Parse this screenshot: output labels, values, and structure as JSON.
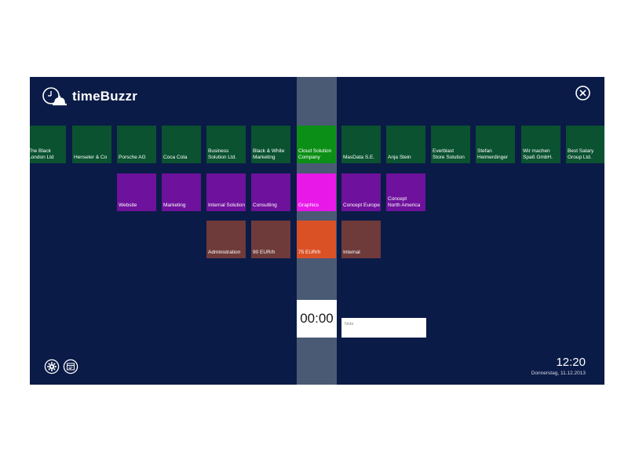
{
  "app": {
    "title": "timeBuzzr"
  },
  "clients": [
    "The Black\nLondon Ltd",
    "Henseler & Co",
    "Porsche AG",
    "Coca Cola",
    "Business\nSolution Ltd.",
    "Black & White\nMarketing",
    "Cloud Solution\nCompany",
    "MasData S.E.",
    "Anja Stein",
    "Everblast\nStore Solution",
    "Stefan\nHeimerdinger",
    "Wir machen\nSpaß GmbH.",
    "Best Salary\nGroup Ltd."
  ],
  "projects": [
    "Website",
    "Marketing",
    "Internal Solution",
    "Consulting",
    "Graphics",
    "Concept Europe",
    "Concept\nNorth America"
  ],
  "activities": [
    "Administration",
    "90 EUR/h",
    "75 EUR/h",
    "Internal"
  ],
  "timer": {
    "value": "00:00"
  },
  "note": {
    "placeholder": "Note"
  },
  "clock": {
    "time": "12:20",
    "date": "Donnerstag, 11.12.2013"
  },
  "colors": {
    "background": "#0b1b47",
    "selection_column": "#4a5a74",
    "client_tile": "#0a5230",
    "client_tile_selected": "#0c8f16",
    "project_tile": "#6e119c",
    "project_tile_selected": "#e818e8",
    "activity_tile": "#6e3a3a",
    "activity_tile_selected": "#db5126"
  },
  "icons": {
    "logo": "clock-bell-icon",
    "close": "close-icon",
    "settings": "gear-icon",
    "report": "report-icon"
  }
}
